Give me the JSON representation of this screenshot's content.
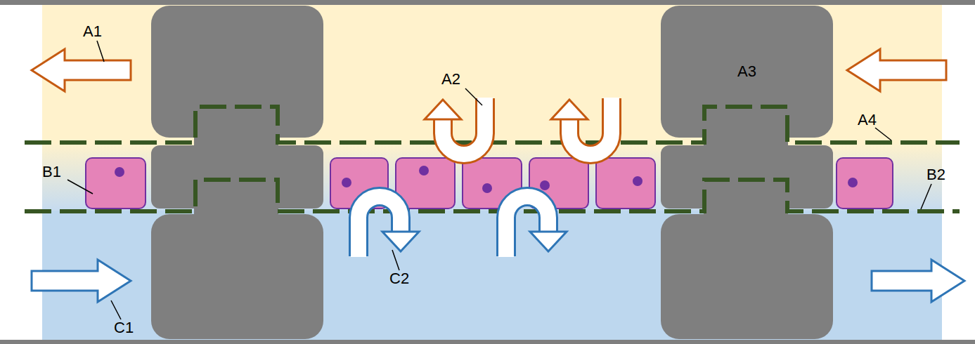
{
  "diagram": {
    "nodes": [
      {
        "text": [
          "A3"
        ]
      }
    ],
    "labels": [
      "A1",
      "A2",
      "A4",
      "B1",
      "B2",
      "C2",
      "C1"
    ]
  }
}
